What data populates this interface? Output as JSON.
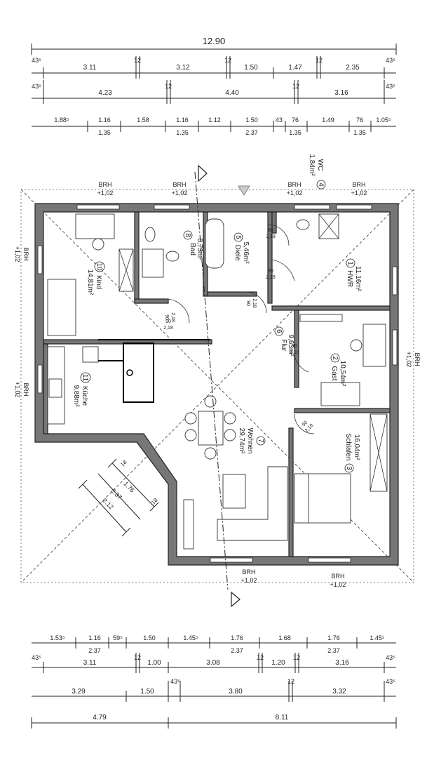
{
  "top_dims": {
    "total": "12.90",
    "row1": [
      "43⁵",
      "3.11",
      "12",
      "3.12",
      "12",
      "1.50",
      "1.47",
      "12",
      "2.35",
      "43⁵"
    ],
    "row2": [
      "43⁵",
      "4.23",
      "12",
      "4.40",
      "12",
      "3.16",
      "43⁵"
    ],
    "row3": [
      "1.88⁵",
      "1.16",
      "1.58",
      "1.16",
      "1.12",
      "1.50",
      "43",
      "76",
      "1.49",
      "76",
      "1.05⁵"
    ],
    "row3b": [
      "1.35",
      "1.35",
      "2.37",
      "1.35",
      "1.35"
    ]
  },
  "bottom_dims": {
    "row1": [
      "1.53⁵",
      "1.16",
      "59⁵",
      "1.50",
      "1.45⁵",
      "1.76",
      "1.68",
      "1.76",
      "1.45⁵"
    ],
    "row1b": [
      "2.37",
      "2.37",
      "2.37"
    ],
    "row2": [
      "43⁵",
      "3.11",
      "12",
      "1.00",
      "3.08",
      "12",
      "1.20",
      "12",
      "3.16",
      "43⁵"
    ],
    "row3": [
      "3.29",
      "1.50",
      "43⁵",
      "3.80",
      "12",
      "3.32",
      "43⁵"
    ],
    "row4": [
      "4.79",
      "8.11"
    ]
  },
  "brh": {
    "label": "BRH",
    "value": "+1,02"
  },
  "rooms": [
    {
      "num": "1",
      "name": "HWR",
      "area": "11,16m²"
    },
    {
      "num": "2",
      "name": "Gast",
      "area": "10,54m²"
    },
    {
      "num": "3",
      "name": "Schlafen",
      "area": "16,04m²"
    },
    {
      "num": "4",
      "name": "WC",
      "area": "1,84m²"
    },
    {
      "num": "5",
      "name": "Diele",
      "area": "5,46m²"
    },
    {
      "num": "6",
      "name": "Flur",
      "area": "9,63m²"
    },
    {
      "num": "7",
      "name": "Wohnen",
      "area": "29,74m²"
    },
    {
      "num": "8",
      "name": "Bad",
      "area": "8,73m²"
    },
    {
      "num": "10",
      "name": "Kind",
      "area": "14,81m²"
    },
    {
      "num": "11",
      "name": "Küche",
      "area": "9,88m²"
    }
  ],
  "door_labels": {
    "d90": "90",
    "d218": "2,18"
  },
  "diag_dims": {
    "a": "18",
    "b": "1.76",
    "c": "2.37",
    "d": "2.12",
    "e": "18"
  }
}
